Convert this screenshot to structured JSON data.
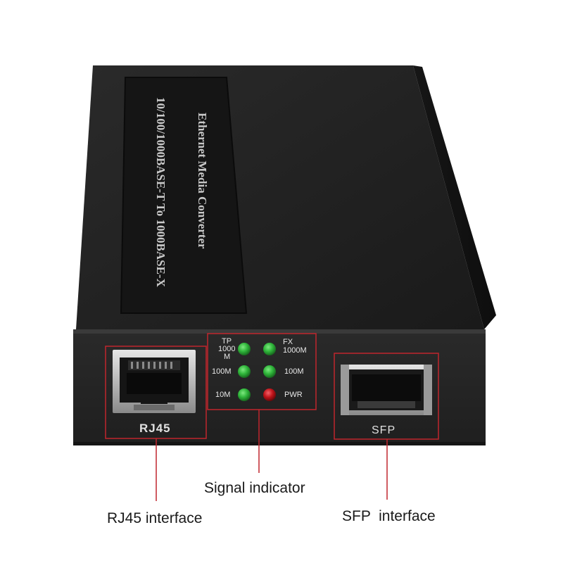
{
  "device": {
    "title_line1": "Ethernet Media Converter",
    "title_line2": "10/100/1000BASE-T To 1000BASE-X"
  },
  "ports": {
    "rj45_caption": "RJ45",
    "sfp_caption": "SFP"
  },
  "indicators": {
    "left_column": [
      {
        "label_top": "TP",
        "label": "1000",
        "label_bottom": "M",
        "led": "green"
      },
      {
        "label": "100M",
        "led": "green"
      },
      {
        "label": "10M",
        "led": "green"
      }
    ],
    "right_column": [
      {
        "label_top": "FX",
        "label": "1000M",
        "led": "green"
      },
      {
        "label": "100M",
        "led": "green"
      },
      {
        "label": "PWR",
        "led": "red"
      }
    ]
  },
  "callouts": {
    "signal_indicator": "Signal indicator",
    "rj45_interface": "RJ45 interface",
    "sfp_interface": "SFP  interface"
  },
  "colors": {
    "housing": "#1c1c1c",
    "front_panel": "#232323",
    "highlight_box": "#c0262d",
    "led_green": "#2fb53a",
    "led_red": "#c0141a"
  }
}
